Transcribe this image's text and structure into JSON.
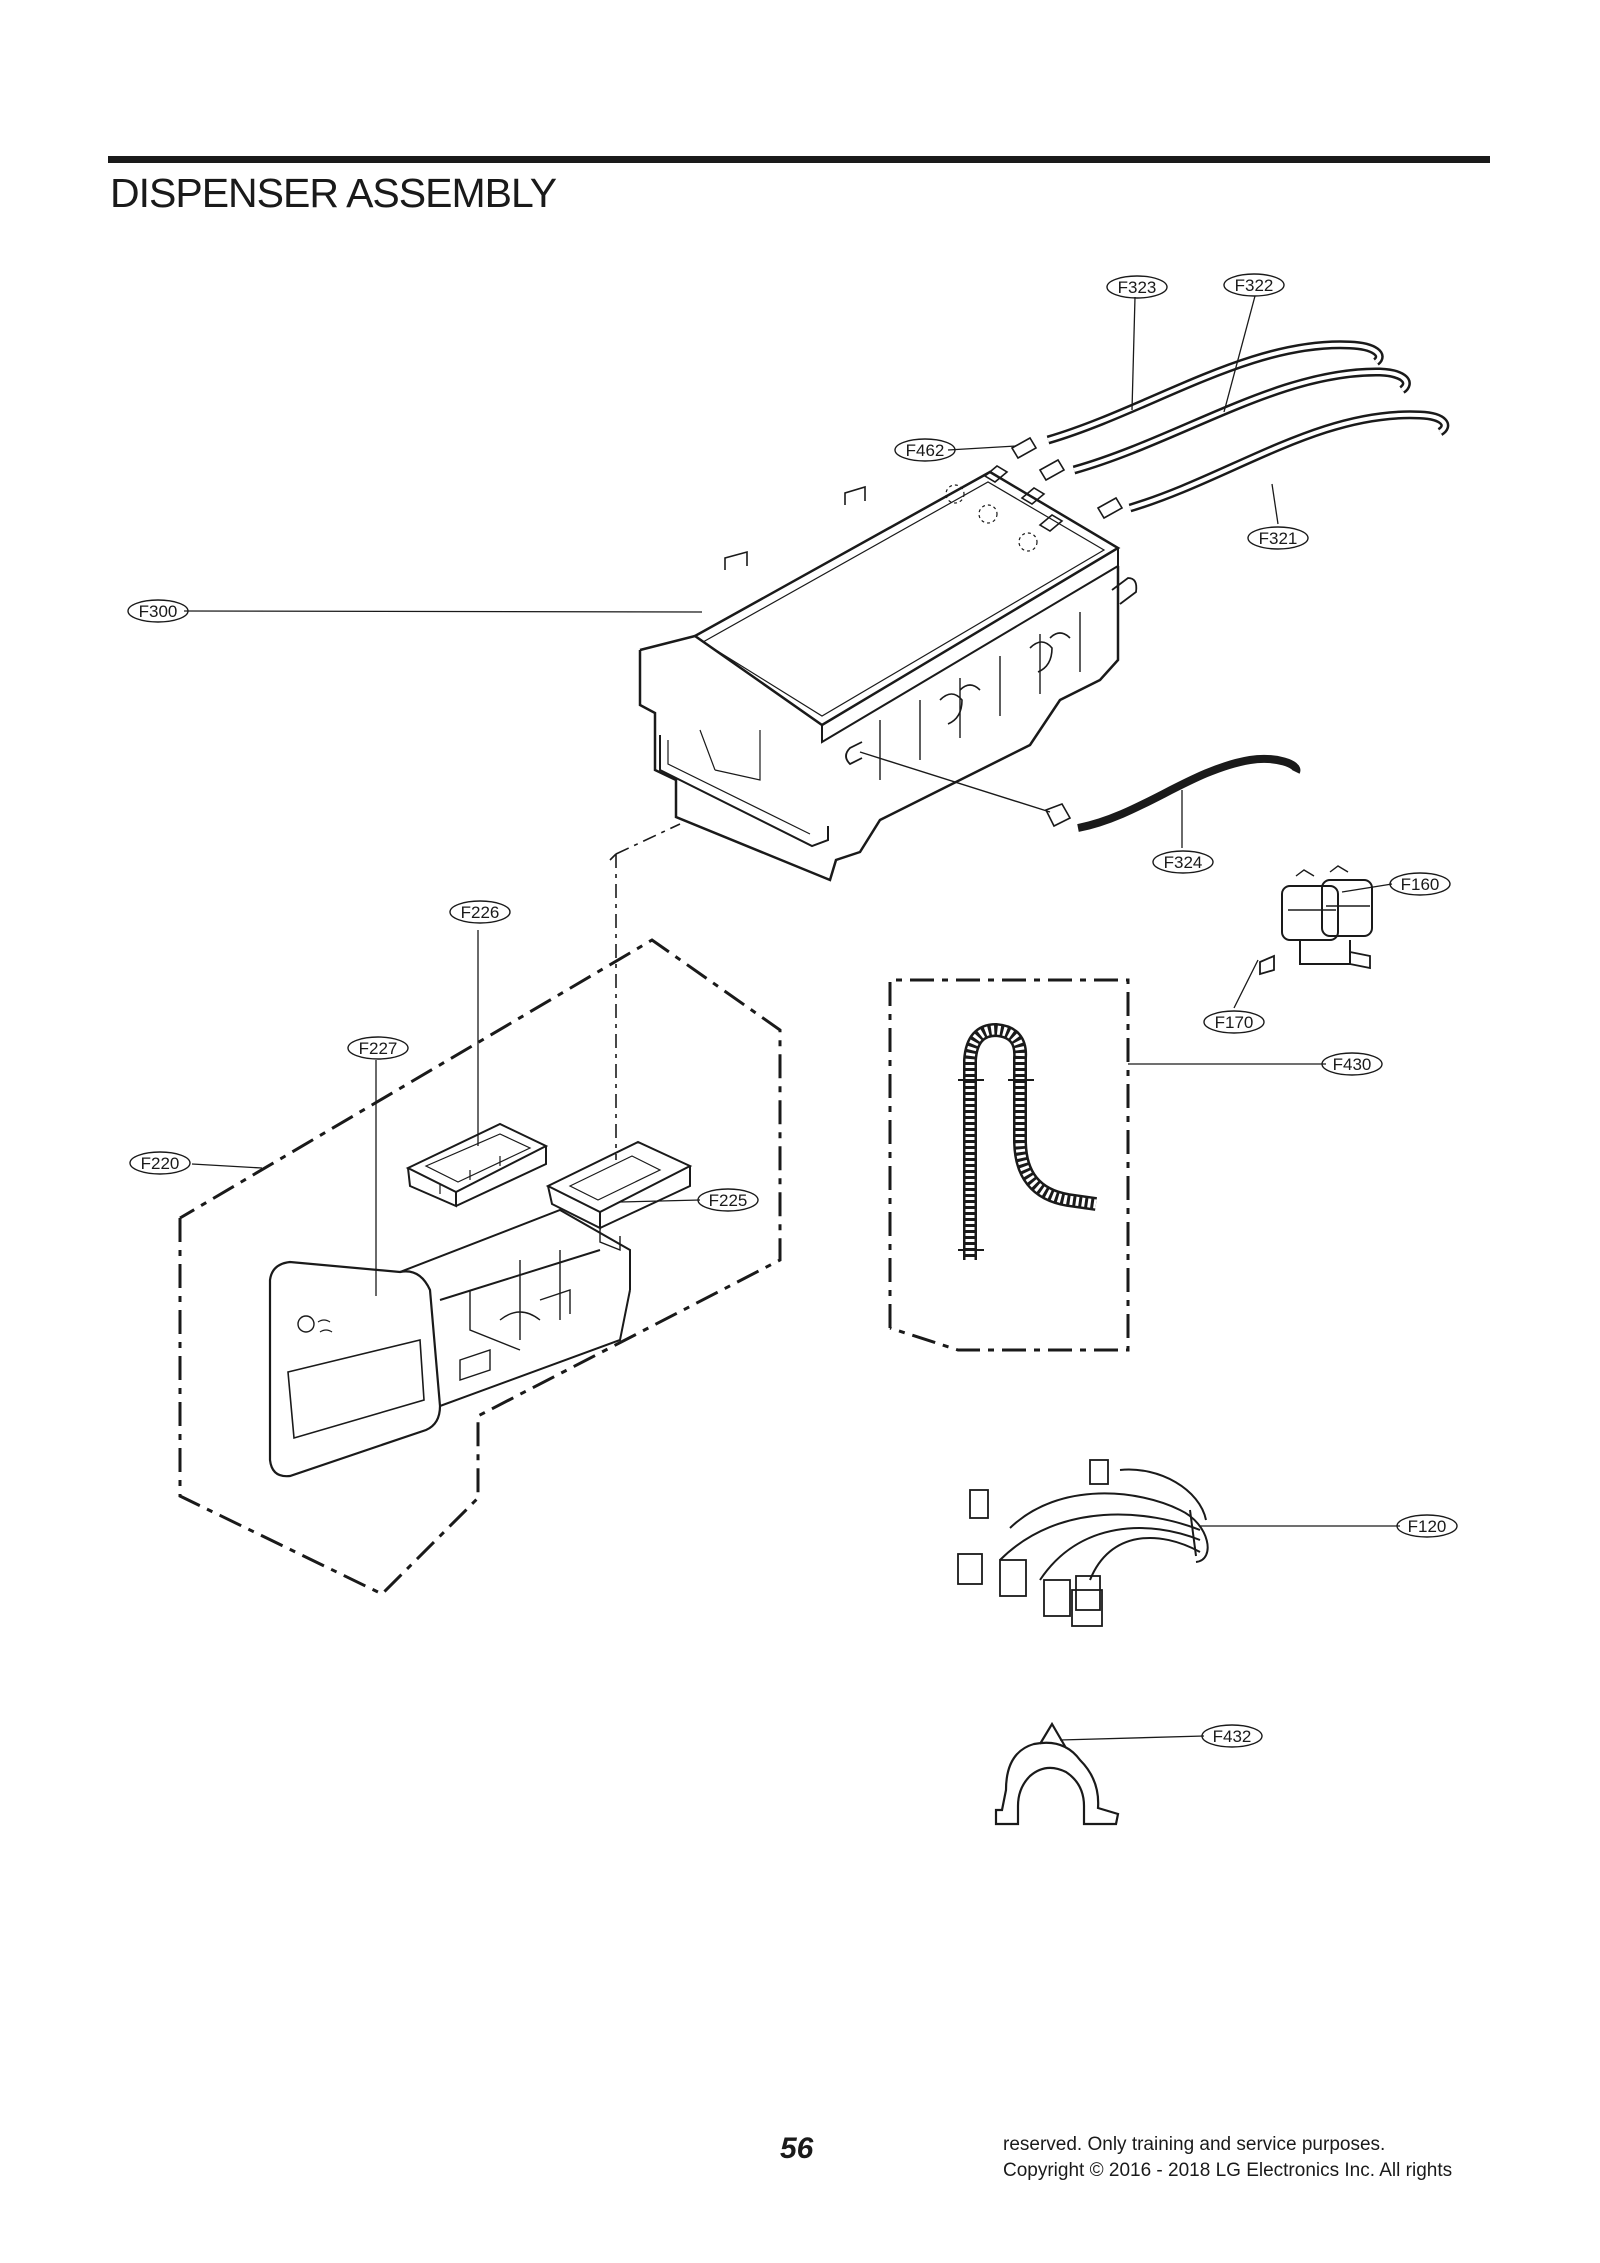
{
  "title": "DISPENSER ASSEMBLY",
  "callouts": {
    "f323": "F323",
    "f322": "F322",
    "f462": "F462",
    "f321": "F321",
    "f300": "F300",
    "f324": "F324",
    "f160": "F160",
    "f226": "F226",
    "f170": "F170",
    "f430": "F430",
    "f227": "F227",
    "f220": "F220",
    "f225": "F225",
    "f120": "F120",
    "f432": "F432"
  },
  "footer": {
    "page_number": "56",
    "copyright_line1": "reserved. Only training and service purposes.",
    "copyright_line2": "Copyright © 2016 - 2018 LG Electronics Inc. All rights"
  }
}
